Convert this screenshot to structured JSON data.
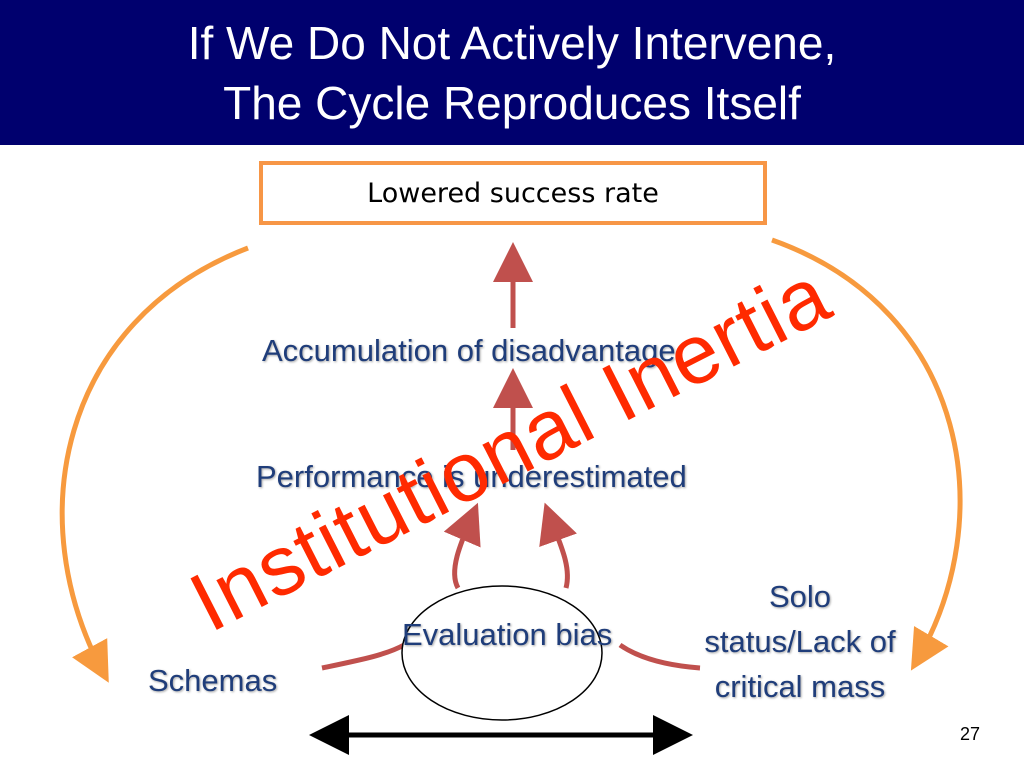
{
  "slide": {
    "title_line1": "If We Do Not Actively Intervene,",
    "title_line2": "The Cycle Reproduces Itself",
    "slide_number": "27"
  },
  "diagram": {
    "top_box": "Lowered success rate",
    "accumulation": "Accumulation of disadvantage",
    "performance": "Performance is underestimated",
    "evaluation": "Evaluation bias",
    "schemas": "Schemas",
    "solo": "Solo status/Lack of critical mass",
    "overlay": "Institutional Inertia"
  },
  "colors": {
    "header_bg": "#00006e",
    "box_border": "#f79646",
    "cycle_arrow": "#f79a3e",
    "flow_arrow": "#c0504d",
    "node_text": "#1f3d7a",
    "overlay_text": "#ff2a00"
  }
}
